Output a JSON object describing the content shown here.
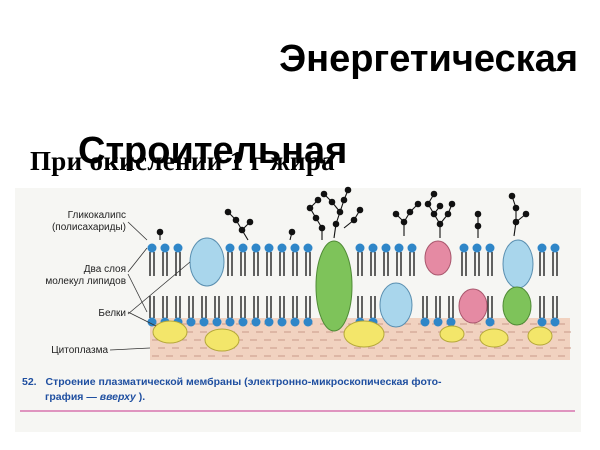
{
  "slide": {
    "title": "Энергетическая",
    "subtitle": "Строительная",
    "overlapped_text": "При окислении 1 г жира"
  },
  "figure": {
    "labels": {
      "glycocalyx_1": "Гликокалипс",
      "glycocalyx_2": "(полисахариды)",
      "bilayer_1": "Два слоя",
      "bilayer_2": "молекул липидов",
      "proteins": "Белки",
      "cytoplasm": "Цитоплазма"
    },
    "caption": {
      "number": "52.",
      "line1": "Строение плазматической мембраны (электронно-микроскопическая фото-",
      "line2_a": "графия — ",
      "line2_b": "вверху",
      "line2_c": ")."
    }
  },
  "colors": {
    "lipid_head": "#2f86c8",
    "lipid_tail": "#222222",
    "protein_blue": "#a9d6ec",
    "protein_green": "#7ec35a",
    "protein_pink": "#e58aa3",
    "protein_yellow": "#f3e66a",
    "cytoplasm": "#f1d2c0",
    "caption": "#1f4fa0",
    "underline": "#d15aa0"
  }
}
